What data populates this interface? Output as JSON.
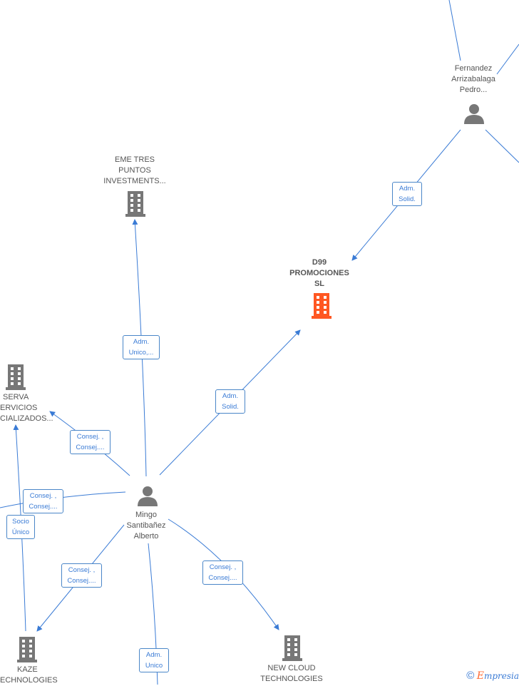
{
  "nodes": {
    "fernandez": {
      "lines": [
        "Fernandez",
        "Arrizabalaga",
        "Pedro..."
      ]
    },
    "eme": {
      "lines": [
        "EME TRES",
        "PUNTOS",
        "INVESTMENTS..."
      ]
    },
    "d99": {
      "lines": [
        "D99",
        "PROMOCIONES",
        "SL"
      ]
    },
    "serva": {
      "lines": [
        "SERVA",
        "ERVICIOS",
        "CIALIZADOS..."
      ]
    },
    "mingo": {
      "lines": [
        "Mingo",
        "Santibañez",
        "Alberto"
      ]
    },
    "kaze": {
      "lines": [
        "KAZE",
        "ECHNOLOGIES"
      ]
    },
    "newcloud": {
      "lines": [
        "NEW CLOUD",
        "TECHNOLOGIES"
      ]
    }
  },
  "edges": {
    "fernandez_d99": {
      "lines": [
        "Adm.",
        "Solid."
      ]
    },
    "mingo_eme": {
      "lines": [
        "Adm.",
        "Unico,..."
      ]
    },
    "mingo_d99": {
      "lines": [
        "Adm.",
        "Solid."
      ]
    },
    "mingo_serva": {
      "lines": [
        "Consej. ,",
        "Consej...."
      ]
    },
    "mingo_left": {
      "lines": [
        "Consej. ,",
        "Consej...."
      ]
    },
    "socio": {
      "lines": [
        "Socio",
        "Único"
      ]
    },
    "mingo_kaze": {
      "lines": [
        "Consej. ,",
        "Consej...."
      ]
    },
    "mingo_newcloud": {
      "lines": [
        "Consej. ,",
        "Consej...."
      ]
    },
    "mingo_bottom": {
      "lines": [
        "Adm.",
        "Unico"
      ]
    }
  },
  "colors": {
    "edge": "#3a7bd5",
    "node": "#777777",
    "highlight": "#ff5722"
  },
  "brand": {
    "copyright": "©",
    "initial": "E",
    "rest": "mpresia"
  }
}
